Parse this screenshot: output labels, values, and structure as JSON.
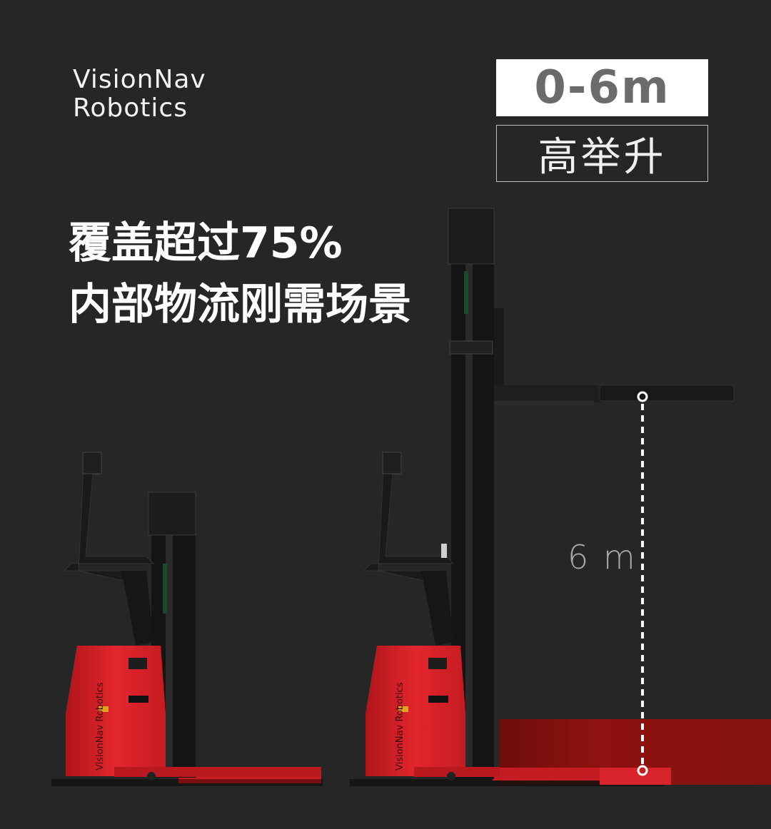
{
  "brand": {
    "logo_line1": "VisionNav",
    "logo_line2": "Robotics"
  },
  "spec": {
    "range": "0-6m",
    "label": "高举升"
  },
  "headline": {
    "line1": "覆盖超过75%",
    "line2": "内部物流刚需场景"
  },
  "measure": {
    "height_label": "6 m"
  },
  "vehicle": {
    "body_text": "VisionNav Robotics"
  },
  "colors": {
    "background": "#262626",
    "vehicle_red": "#d9232a",
    "floor_red": "#8e120f",
    "text_white": "#ffffff",
    "text_gray": "#6b6b6b"
  }
}
